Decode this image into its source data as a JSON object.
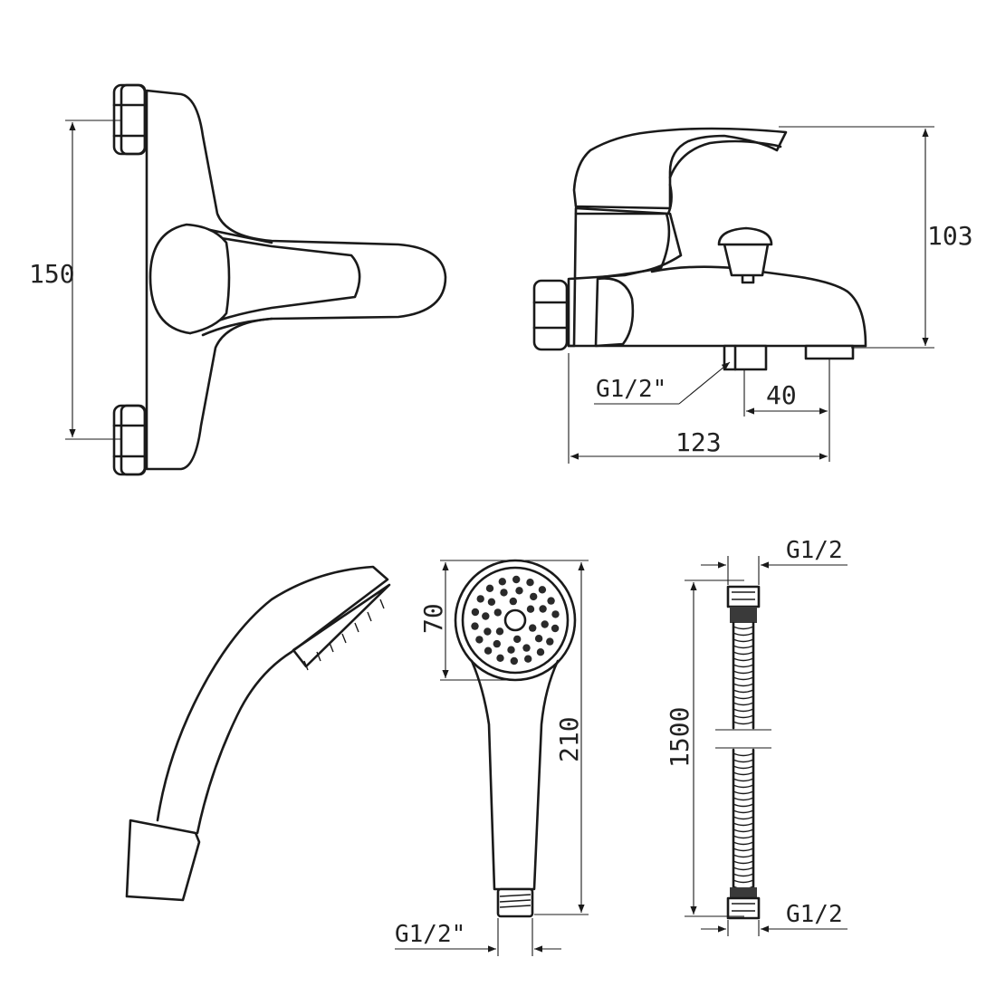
{
  "dimensions": {
    "wall_height": "150",
    "body_height": "103",
    "body_length": "123",
    "outlet_offset": "40",
    "body_thread": "G1/2\"",
    "shower_head_diameter": "70",
    "shower_length": "210",
    "shower_thread": "G1/2\"",
    "hose_thread_top": "G1/2",
    "hose_length": "1500",
    "hose_thread_bottom": "G1/2"
  }
}
